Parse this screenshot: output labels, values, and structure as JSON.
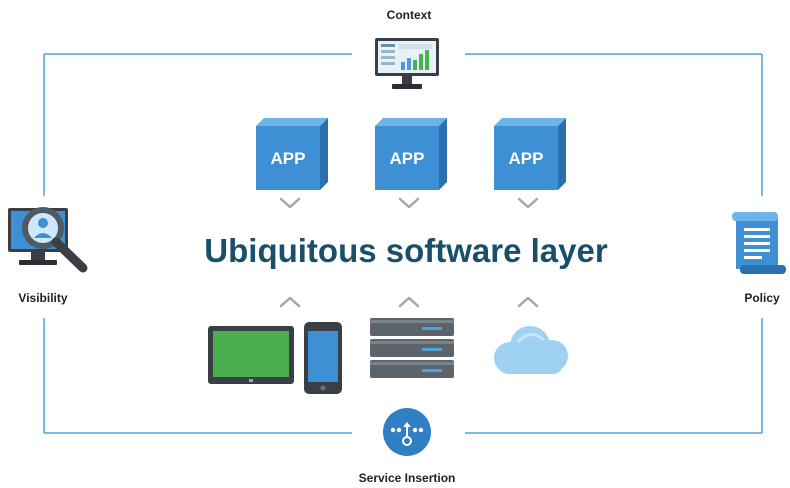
{
  "labels": {
    "context": "Context",
    "visibility": "Visibility",
    "policy": "Policy",
    "service_insertion": "Service Insertion",
    "headline": "Ubiquitous software layer",
    "apps": [
      "APP",
      "APP",
      "APP"
    ]
  },
  "icons": {
    "context": "monitor-dashboard-icon",
    "visibility": "magnifier-monitor-icon",
    "policy": "document-scroll-icon",
    "service_insertion": "service-chain-icon",
    "devices": [
      "tablet-icon",
      "phone-icon",
      "server-stack-icon",
      "cloud-icon"
    ]
  },
  "colors": {
    "frame_line": "#4ea3d9",
    "app_front": "#3e8fd4",
    "app_side": "#2a6fae",
    "app_top": "#6db4ea",
    "headline": "#1a4f6b",
    "chevron": "#a6a6a6"
  }
}
